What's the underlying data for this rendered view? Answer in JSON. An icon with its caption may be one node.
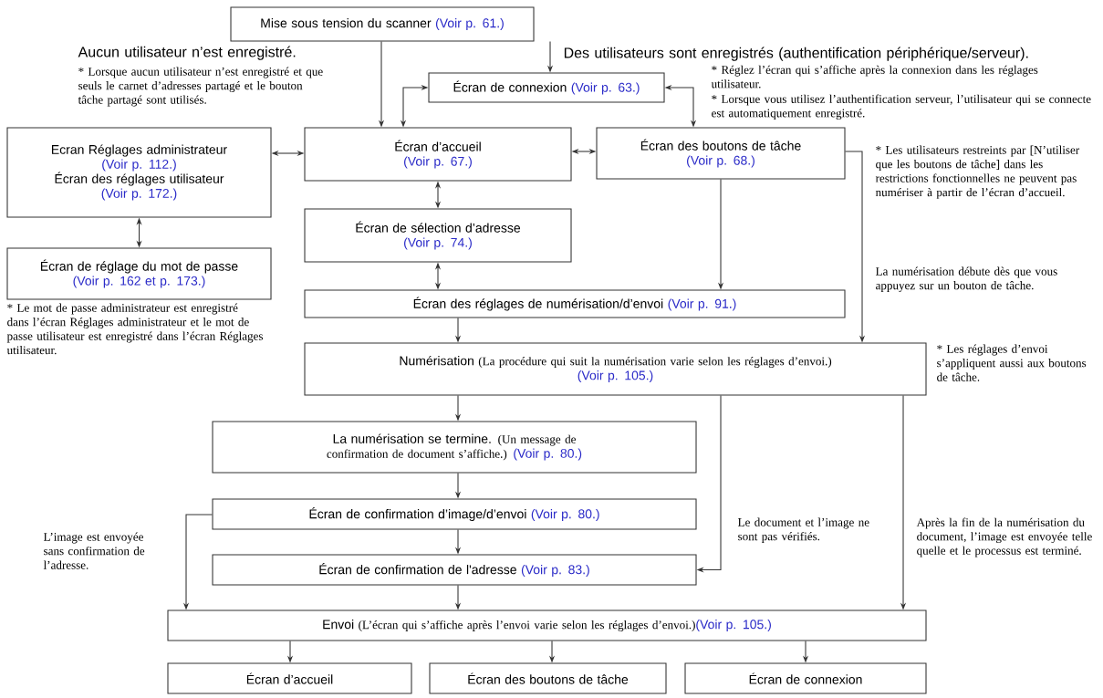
{
  "diagram": {
    "nodes": [
      {
        "text": [
          "Mise sous tension du scanner",
          "(Voir p. 61.)"
        ]
      },
      {
        "text": [
          "Écran de connexion",
          "(Voir p. 63.)"
        ]
      },
      {
        "text": [
          "Ecran Réglages administrateur",
          "(Voir p. 112.)",
          "Écran des réglages utilisateur",
          "(Voir p. 172.)"
        ]
      },
      {
        "text": [
          "Écran d’accueil",
          "(Voir p. 67.)"
        ]
      },
      {
        "text": [
          "Écran des boutons de tâche",
          "(Voir p. 68.)"
        ]
      },
      {
        "text": [
          "Écran de réglage du mot de passe",
          "(Voir p. 162 et p. 173.)"
        ],
        "beside": [
          "* Le mot de passe administrateur est enregistré dans l’écran Réglages administrateur et le mot de passe utilisateur est enregistré dans l’écran Réglages utilisateur."
        ]
      },
      {
        "text": [
          "Écran de sélection d’adresse",
          "(Voir p. 74.)"
        ]
      },
      {
        "text": [
          "Écran des réglages de numérisation/d’envoi",
          "(Voir p. 91.)"
        ]
      },
      {
        "text": [
          "Numérisation",
          "(La procédure qui suit la numérisation varie selon les réglages d’envoi.)",
          "(Voir p. 105.)"
        ]
      },
      {
        "text": [
          "La numérisation se termine.",
          "(Un message de confirmation de document s’affiche.)",
          "(Voir p. 80.)"
        ]
      },
      {
        "text": [
          "Écran de confirmation d’image/d’envoi",
          "(Voir p. 80.)"
        ]
      },
      {
        "text": [
          "Écran de confirmation de l'adresse",
          "(Voir p. 83.)"
        ]
      },
      {
        "text": [
          "Envoi",
          "(L’écran qui s’affiche après l’envoi varie selon les réglages d’envoi.)",
          "(Voir p. 105.)"
        ]
      },
      {
        "text": [
          "Écran d’accueil"
        ]
      },
      {
        "text": [
          "Écran des boutons de tâche"
        ]
      },
      {
        "text": [
          "Écran de connexion"
        ]
      }
    ],
    "edges": [
      {
        "from": 0,
        "to": 3,
        "arrow": "to"
      },
      {
        "from": 0,
        "to": 1,
        "arrow": "to"
      },
      {
        "from": 1,
        "to": 3,
        "arrow": "both"
      },
      {
        "from": 1,
        "to": 4,
        "arrow": "both"
      },
      {
        "from": 2,
        "to": 3,
        "arrow": "both"
      },
      {
        "from": 3,
        "to": 4,
        "arrow": "both"
      },
      {
        "from": 2,
        "to": 5,
        "arrow": "both"
      },
      {
        "from": 3,
        "to": 6,
        "arrow": "both"
      },
      {
        "from": 6,
        "to": 7,
        "arrow": "both"
      },
      {
        "from": 4,
        "to": 7,
        "arrow": "to"
      },
      {
        "from": 7,
        "to": 8,
        "arrow": "to"
      },
      {
        "from": 4,
        "to": 8,
        "arrow": "to",
        "label": "La numérisation débute dès que vous appuyez sur un bouton de tâche."
      },
      {
        "from": 8,
        "to": 9,
        "arrow": "to"
      },
      {
        "from": 8,
        "to": 11,
        "arrow": "to",
        "label": "Le document et l’image ne sont pas vérifiés."
      },
      {
        "from": 8,
        "to": 12,
        "arrow": "to",
        "label": "Après la fin de la numérisation du document, l’image est envoyée telle quelle et le processus est terminé."
      },
      {
        "from": 9,
        "to": 10,
        "arrow": "to"
      },
      {
        "from": 10,
        "to": 11,
        "arrow": "to"
      },
      {
        "from": 10,
        "to": 12,
        "arrow": "to",
        "label": "L’image est envoyée sans confirmation de l’adresse."
      },
      {
        "from": 11,
        "to": 12,
        "arrow": "to"
      },
      {
        "from": 12,
        "to": 13,
        "arrow": "to"
      },
      {
        "from": 12,
        "to": 14,
        "arrow": "to"
      },
      {
        "from": 12,
        "to": 15,
        "arrow": "to"
      }
    ],
    "labels": [
      "Aucun utilisateur n’est enregistré.",
      "* Lorsque aucun utilisateur n’est enregistré et que seuls le carnet d’adresses partagé et le bouton tâche partagé sont utilisés.",
      "Des utilisateurs sont enregistrés (authentification périphérique/serveur).",
      "* Réglez l’écran qui s’affiche après la connexion dans les réglages utilisateur.",
      "* Lorsque vous utilisez l’authentification serveur, l’utilisateur qui se connecte est automatiquement enregistré.",
      "* Les utilisateurs restreints par [N’utiliser que les boutons de tâche] dans les restrictions fonctionnelles ne peuvent pas numériser à partir de l’écran d’accueil.",
      "* Les réglages d’envoi s’appliquent aussi aux boutons de tâche."
    ]
  }
}
